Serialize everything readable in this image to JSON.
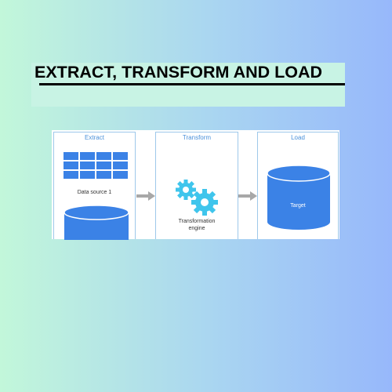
{
  "title": "EXTRACT, TRANSFORM AND LOAD",
  "diagram": {
    "stages": [
      {
        "label": "Extract",
        "items": [
          "Data source 1"
        ]
      },
      {
        "label": "Transform",
        "items": [
          "Transformation engine"
        ]
      },
      {
        "label": "Load",
        "items": [
          "Target"
        ]
      }
    ],
    "transform_item_lines": [
      "Transformation",
      "engine"
    ]
  },
  "colors": {
    "panel_border": "#9ec8ea",
    "label_blue": "#4a90d9",
    "shape_blue": "#3b82e6",
    "gear_cyan": "#3fc5ec",
    "arrow_gray": "#a8a8a8"
  },
  "icons": [
    "table-grid-icon",
    "database-cylinder-icon",
    "gear-icon",
    "arrow-right-icon"
  ]
}
